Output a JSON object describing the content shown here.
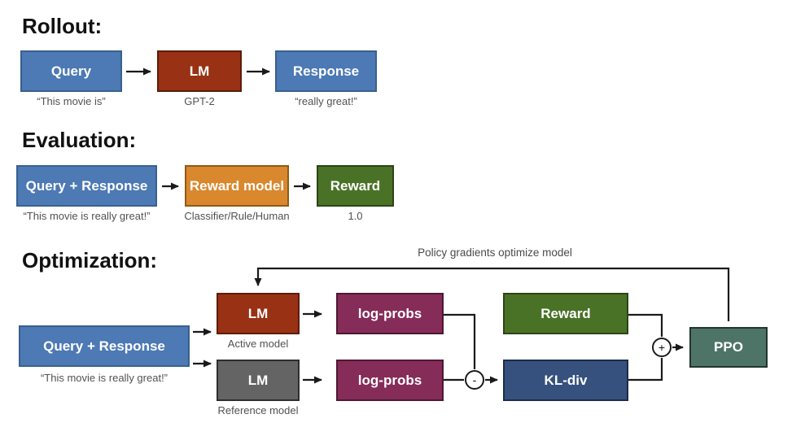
{
  "colors": {
    "blue": "#4d79b4",
    "blue_border": "#38608f",
    "dark_red": "#993114",
    "dark_red_border": "#5c1d0b",
    "orange": "#d9882e",
    "orange_border": "#8f5a14",
    "green": "#4a7227",
    "green_border": "#2c4514",
    "gray": "#646464",
    "gray_border": "#2e2e2e",
    "magenta": "#862c59",
    "magenta_border": "#4d1832",
    "navy": "#36517e",
    "navy_border": "#1c2c49",
    "teal": "#4e7468",
    "teal_border": "#22352e",
    "caption_gray": "#515151",
    "line_black": "#1a1a1a"
  },
  "rollout": {
    "heading": "Rollout:",
    "query": {
      "label": "Query",
      "caption": "“This movie is”"
    },
    "lm": {
      "label": "LM",
      "caption": "GPT-2"
    },
    "response": {
      "label": "Response",
      "caption": "“really great!”"
    }
  },
  "evaluation": {
    "heading": "Evaluation:",
    "query_response": {
      "label": "Query + Response",
      "caption": "“This movie is really great!”"
    },
    "reward_model": {
      "label": "Reward model",
      "caption": "Classifier/Rule/Human"
    },
    "reward": {
      "label": "Reward",
      "caption": "1.0"
    }
  },
  "optimization": {
    "heading": "Optimization:",
    "feedback_label": "Policy gradients optimize model",
    "query_response": {
      "label": "Query + Response",
      "caption": "“This movie is really great!”"
    },
    "active_lm": {
      "label": "LM",
      "caption": "Active model"
    },
    "reference_lm": {
      "label": "LM",
      "caption": "Reference model"
    },
    "logprobs_active": {
      "label": "log-probs"
    },
    "logprobs_reference": {
      "label": "log-probs"
    },
    "reward": {
      "label": "Reward"
    },
    "kl_div": {
      "label": "KL-div"
    },
    "ppo": {
      "label": "PPO"
    },
    "minus_op": "-",
    "plus_op": "+"
  }
}
